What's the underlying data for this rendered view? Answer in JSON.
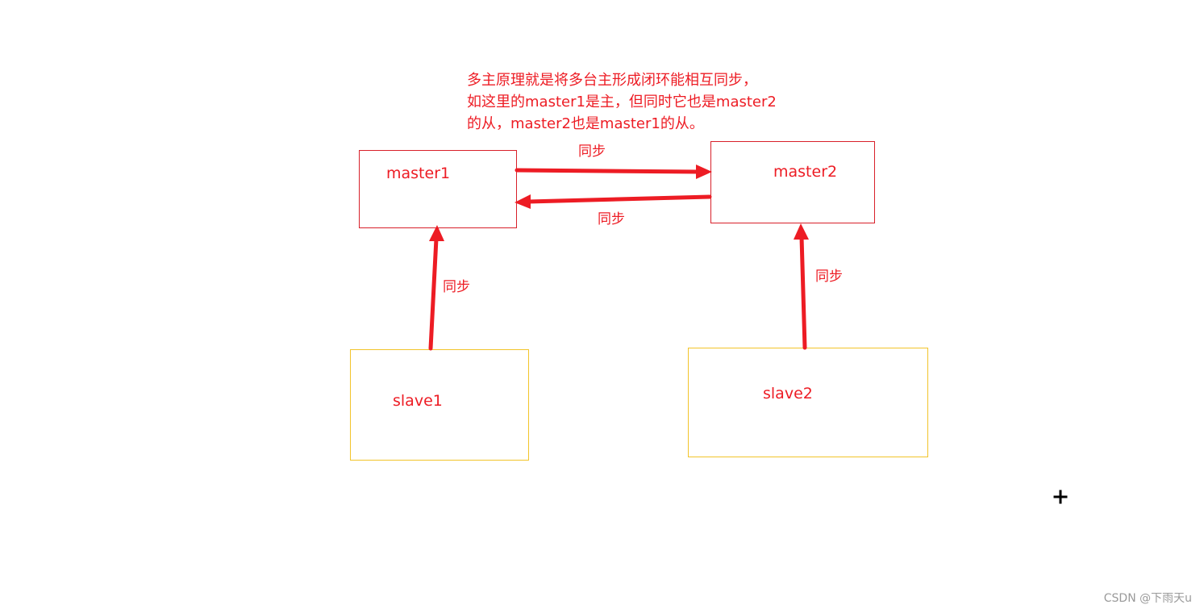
{
  "note": {
    "lines": [
      "多主原理就是将多台主形成闭环能相互同步，",
      "如这里的master1是主，但同时它也是master2",
      "的从，master2也是master1的从。"
    ]
  },
  "nodes": {
    "master1": "master1",
    "master2": "master2",
    "slave1": "slave1",
    "slave2": "slave2"
  },
  "edges": {
    "master1_to_master2": "同步",
    "master2_to_master1": "同步",
    "slave1_to_master1": "同步",
    "slave2_to_master2": "同步"
  },
  "watermark": "CSDN @下雨天u",
  "colors": {
    "annotation": "#ed1c24",
    "master_border": "#d8202a",
    "slave_border": "#f2c42a",
    "watermark": "#9a9a9a"
  }
}
